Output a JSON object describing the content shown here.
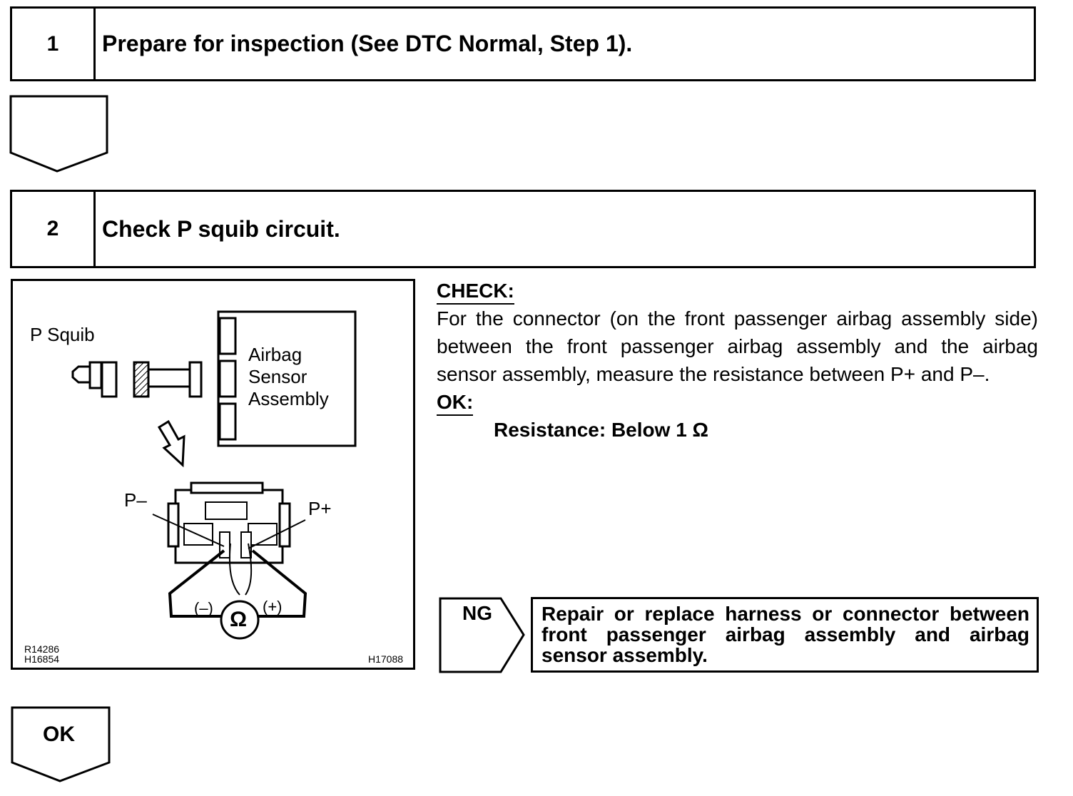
{
  "step1": {
    "number": "1",
    "title": "Prepare for inspection (See DTC Normal, Step 1)."
  },
  "step2": {
    "number": "2",
    "title": "Check P squib circuit."
  },
  "figure": {
    "p_squib_label": "P Squib",
    "sensor_label_line1": "Airbag",
    "sensor_label_line2": "Sensor",
    "sensor_label_line3": "Assembly",
    "p_minus": "P–",
    "p_plus": "P+",
    "meter_minus": "(–)",
    "meter_plus": "(+)",
    "ohm_symbol": "Ω",
    "code1": "R14286",
    "code2": "H16854",
    "code3": "H17088"
  },
  "check": {
    "header": "CHECK:",
    "text": "For the connector (on the front passenger airbag assembly side) between the front passenger airbag assembly and the airbag sensor assembly, measure the resistance between P+ and P–.",
    "ok_header": "OK:",
    "ok_value": "Resistance: Below 1 Ω"
  },
  "ng": {
    "label": "NG",
    "action": "Repair or replace harness or connector between front passenger airbag assembly and airbag sensor assembly."
  },
  "ok_flow": {
    "label": "OK"
  }
}
